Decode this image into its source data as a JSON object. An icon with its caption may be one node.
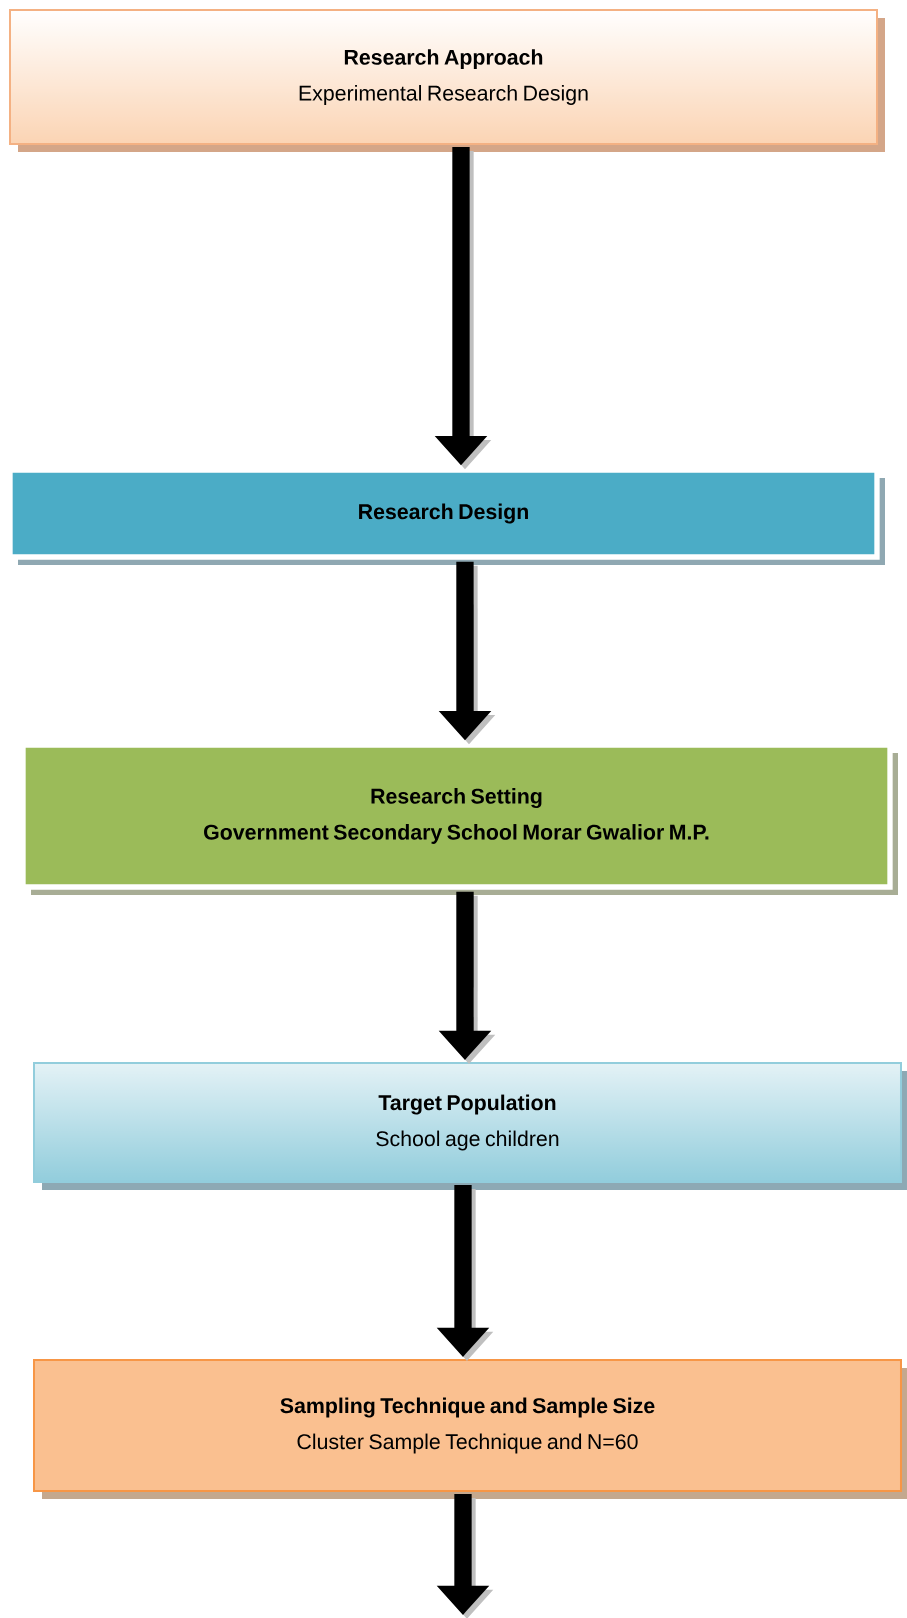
{
  "diagram": {
    "nodes": [
      {
        "text": [
          "Research Approach",
          "Experimental Research Design"
        ]
      },
      {
        "text": [
          "Research Design"
        ]
      },
      {
        "text": [
          "Research Setting",
          "Government Secondary School Morar Gwalior M.P."
        ]
      },
      {
        "text": [
          "Target Population",
          "School age children"
        ]
      },
      {
        "text": [
          "Sampling Technique and Sample Size",
          "Cluster Sample Technique and N=60"
        ]
      }
    ],
    "edges": [
      {
        "from": 0,
        "to": 1,
        "arrow": "to"
      },
      {
        "from": 1,
        "to": 2,
        "arrow": "to"
      },
      {
        "from": 2,
        "to": 3,
        "arrow": "to"
      },
      {
        "from": 3,
        "to": 4,
        "arrow": "to"
      },
      {
        "from": 4,
        "to": null,
        "arrow": "to"
      }
    ]
  }
}
